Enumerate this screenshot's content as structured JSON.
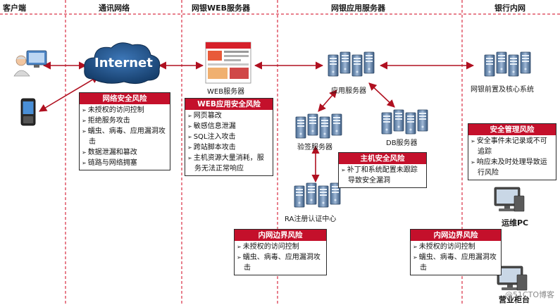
{
  "columns": {
    "client": "客户端",
    "network": "通讯网络",
    "web": "网银WEB服务器",
    "app": "网银应用服务器",
    "bank": "银行内网"
  },
  "nodes": {
    "internet": "Internet",
    "web_server": "WEB服务器",
    "app_server": "应用服务器",
    "core_system": "网银前置及核心系统",
    "sign_server": "验签服务器",
    "db_server": "DB服务器",
    "ra_center": "RA注册认证中心",
    "ops_pc": "运维PC",
    "teller": "营业柜台"
  },
  "risks": {
    "network": {
      "title": "网络安全风险",
      "items": [
        "未授权的访问控制",
        "拒绝服务攻击",
        "蠕虫、病毒、应用漏洞攻击",
        "数据泄漏和篡改",
        "链路与网络拥塞"
      ]
    },
    "web": {
      "title": "WEB应用安全风险",
      "items": [
        "网页篡改",
        "敏感信息泄漏",
        "SQL注入攻击",
        "跨站脚本攻击",
        "主机资源大量消耗，服务无法正常响应"
      ]
    },
    "host": {
      "title": "主机安全风险",
      "items": [
        "补丁和系统配置未跟踪导致安全漏洞"
      ]
    },
    "mgmt": {
      "title": "安全管理风险",
      "items": [
        "安全事件未记录或不可追踪",
        "响应未及时处理导致运行风险"
      ]
    },
    "boundary1": {
      "title": "内网边界风险",
      "items": [
        "未授权的访问控制",
        "蠕虫、病毒、应用漏洞攻击"
      ]
    },
    "boundary2": {
      "title": "内网边界风险",
      "items": [
        "未授权的访问控制",
        "蠕虫、病毒、应用漏洞攻击"
      ]
    }
  },
  "watermark": "@51CTO博客",
  "colors": {
    "risk_header": "#c4102b",
    "divider": "#d0021b",
    "arrow": "#b01020",
    "cloud": "#1e4f86"
  }
}
